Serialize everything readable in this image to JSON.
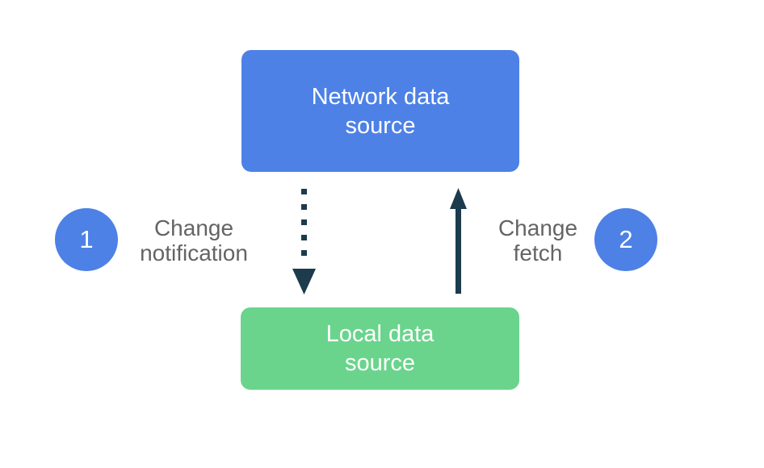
{
  "diagram": {
    "title_implicit": "Change notification and fetch between data sources",
    "colors": {
      "background": "#ffffff",
      "network_box": "#4d81e6",
      "local_box": "#6ad48c",
      "step_circle": "#4d81e6",
      "arrow": "#1c3b4d",
      "box_text": "#ffffff",
      "label_text": "#646464"
    },
    "network_box": {
      "label_lines": [
        "Network data",
        "source"
      ]
    },
    "local_box": {
      "label_lines": [
        "Local data",
        "source"
      ]
    },
    "steps": [
      {
        "number": "1",
        "label_lines": [
          "Change",
          "notification"
        ],
        "arrow_style": "dotted",
        "arrow_direction": "down"
      },
      {
        "number": "2",
        "label_lines": [
          "Change",
          "fetch"
        ],
        "arrow_style": "solid",
        "arrow_direction": "up"
      }
    ]
  }
}
